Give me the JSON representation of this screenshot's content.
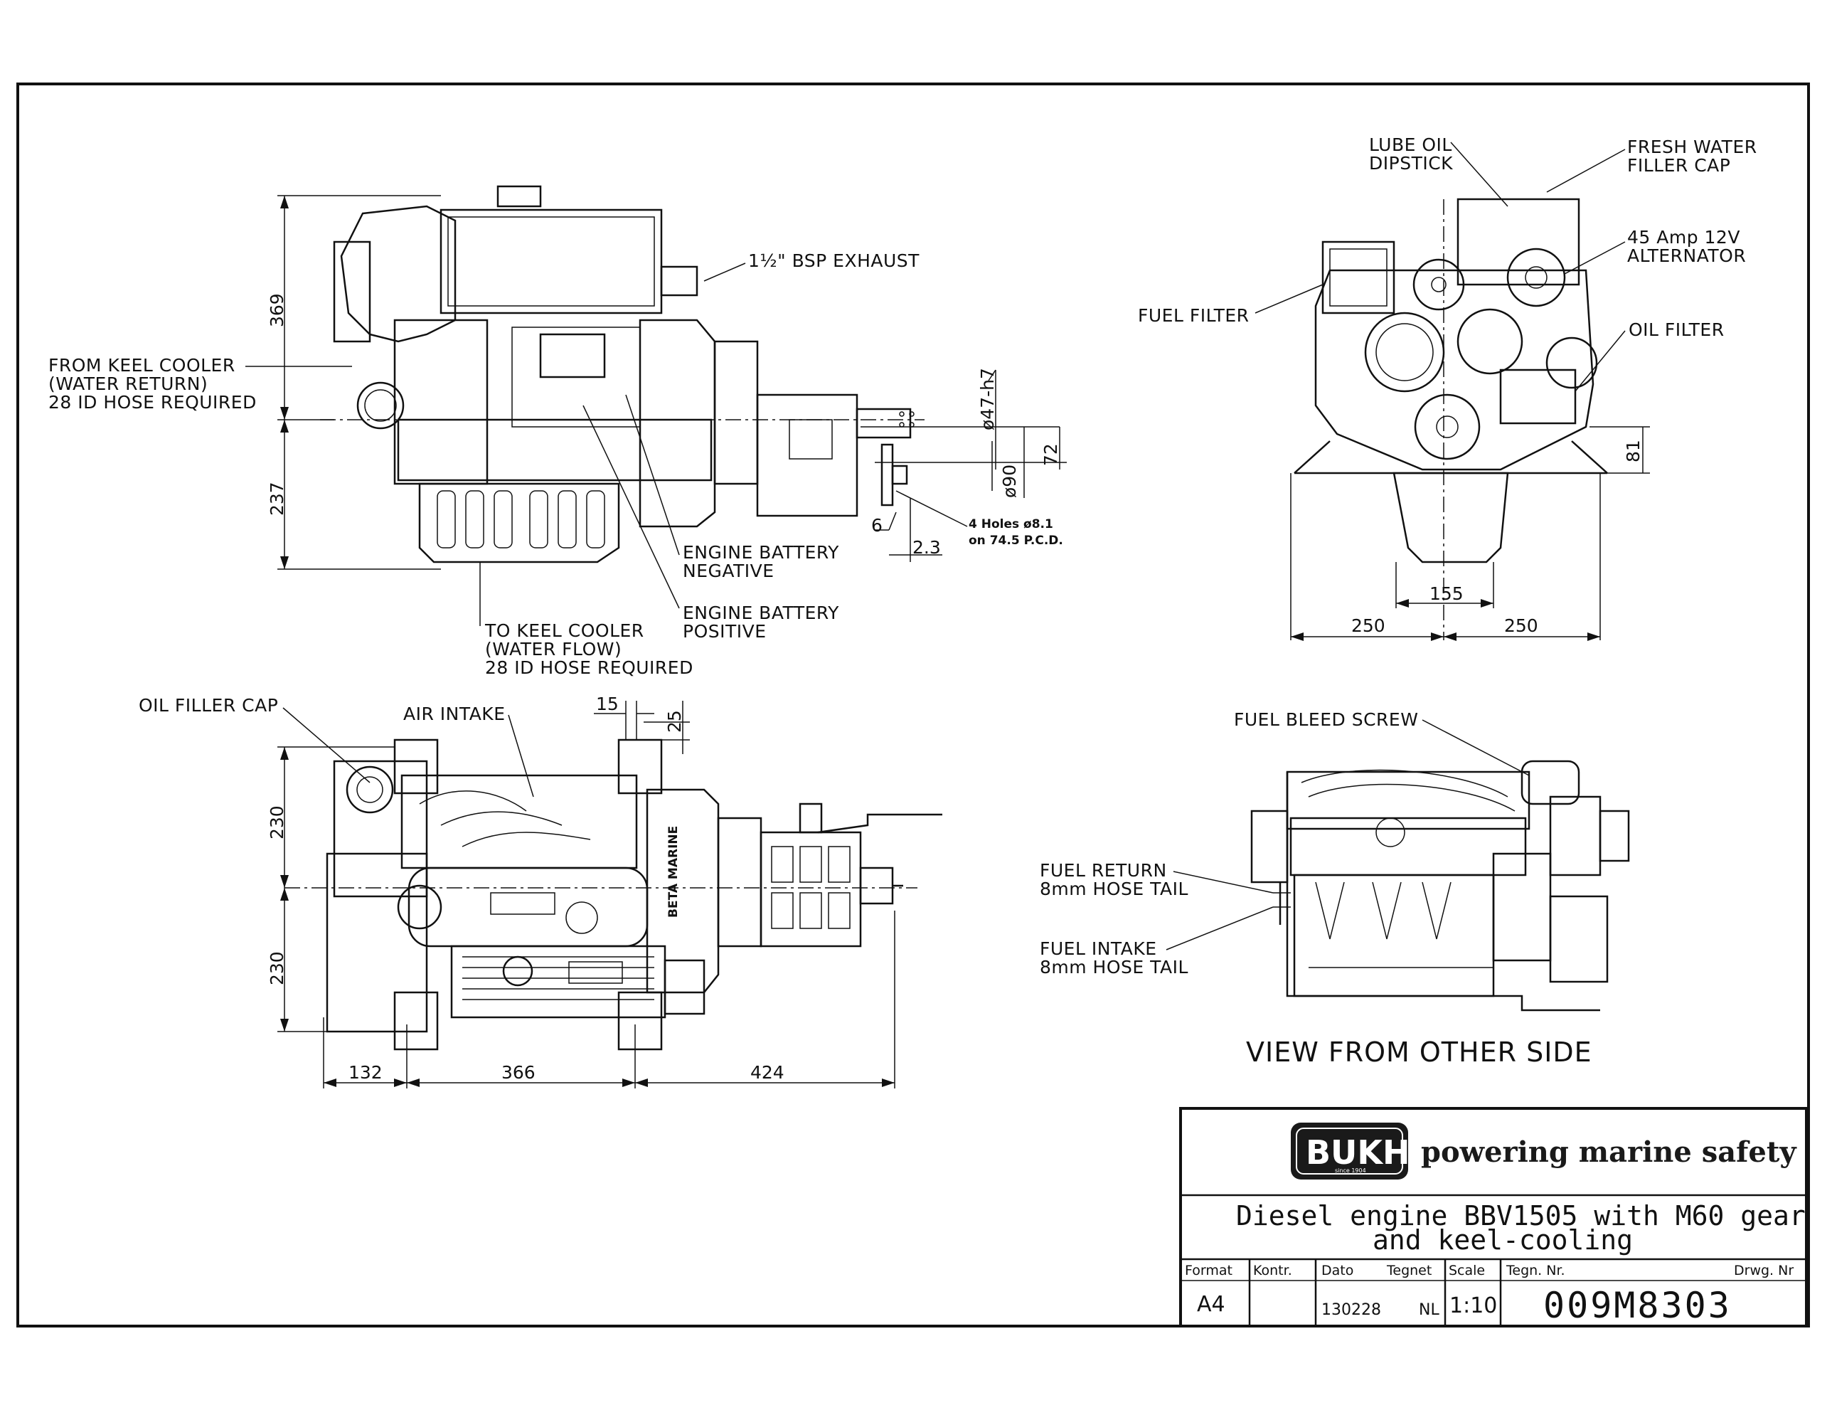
{
  "labels": {
    "exhaust": "1½\" BSP EXHAUST",
    "keel_return_1": "FROM KEEL COOLER",
    "keel_return_2": "(WATER RETURN)",
    "keel_return_3": "28 ID HOSE REQUIRED",
    "keel_flow_1": "TO KEEL COOLER",
    "keel_flow_2": "(WATER FLOW)",
    "keel_flow_3": "28 ID HOSE REQUIRED",
    "batt_neg_1": "ENGINE BATTERY",
    "batt_neg_2": "NEGATIVE",
    "batt_pos_1": "ENGINE BATTERY",
    "batt_pos_2": "POSITIVE",
    "holes_1": "4 Holes ø8.1",
    "holes_2": "on 74.5 P.C.D.",
    "lube_1": "LUBE OIL",
    "lube_2": "DIPSTICK",
    "fresh_1": "FRESH WATER",
    "fresh_2": "FILLER CAP",
    "alt_1": "45 Amp 12V",
    "alt_2": "ALTERNATOR",
    "fuel_filter": "FUEL FILTER",
    "oil_filter": "OIL FILTER",
    "oil_filler": "OIL FILLER CAP",
    "air_intake": "AIR INTAKE",
    "bleed": "FUEL BLEED SCREW",
    "fuel_return_1": "FUEL RETURN",
    "fuel_return_2": "8mm HOSE TAIL",
    "fuel_intake_1": "FUEL INTAKE",
    "fuel_intake_2": "8mm HOSE TAIL",
    "view_other": "VIEW FROM OTHER SIDE",
    "brand_marine": "BETA MARINE"
  },
  "dimensions": {
    "side_upper": "369",
    "side_lower": "237",
    "shaft_dia": "ø47-h7",
    "flange_dia": "ø90",
    "flange_height": "72",
    "flange_offset": "6",
    "flange_thk": "2.3",
    "front_height": "81",
    "front_sump": "155",
    "front_left": "250",
    "front_right": "250",
    "top_offset_x": "15",
    "top_offset_y": "25",
    "top_upper": "230",
    "top_lower": "230",
    "top_front": "132",
    "top_mid": "366",
    "top_rear": "424"
  },
  "title_block": {
    "brand": "BUKH",
    "brand_since": "since 1904",
    "tagline": "powering marine safety",
    "title_1": "Diesel engine BBV1505 with M60 gear",
    "title_2": "and keel-cooling",
    "h_format": "Format",
    "h_kontr": "Kontr.",
    "h_dato": "Dato",
    "h_tegnet": "Tegnet",
    "h_scale": "Scale",
    "h_tegn_nr": "Tegn. Nr.",
    "h_drwg_nr": "Drwg. Nr",
    "format": "A4",
    "kontr": "",
    "dato": "130228",
    "tegnet": "NL",
    "scale": "1:10",
    "drawing_number": "009M8303"
  }
}
